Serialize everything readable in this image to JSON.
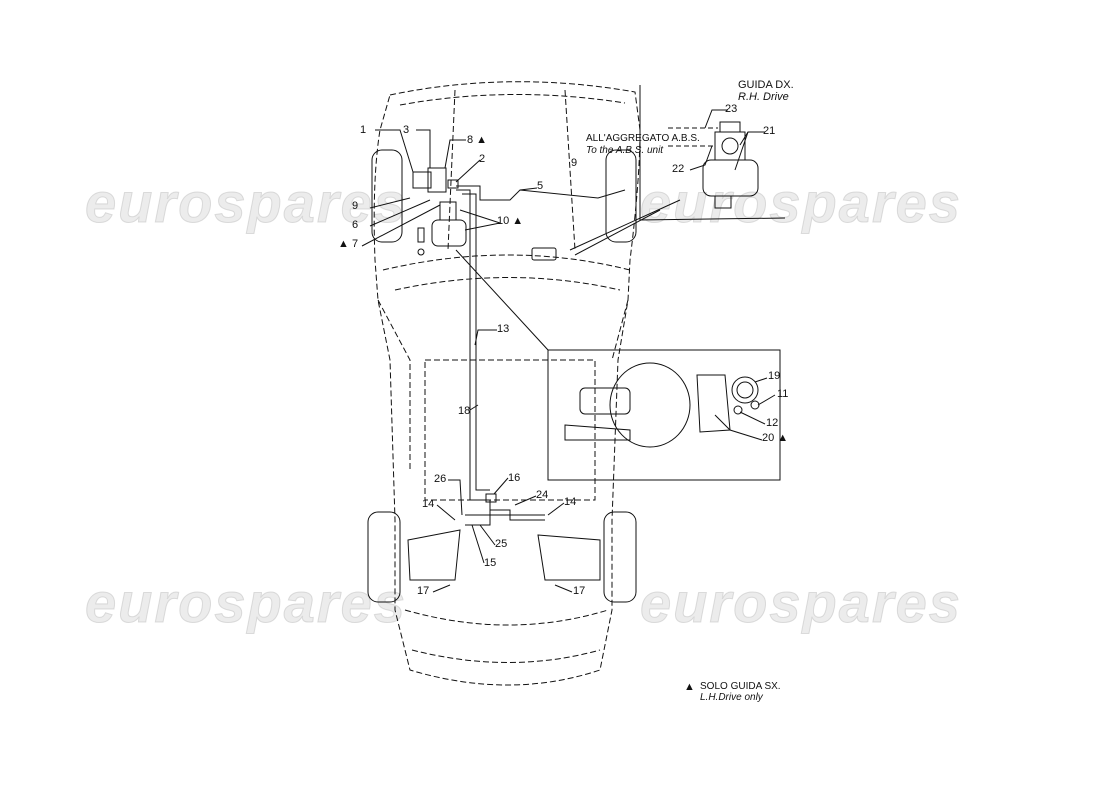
{
  "watermark": "eurospares",
  "colors": {
    "line": "#111111",
    "watermark": "#d0d0d0"
  },
  "notes": {
    "rh_drive_it": "GUIDA DX.",
    "rh_drive_en": "R.H. Drive",
    "abs_it": "ALL'AGGREGATO A.B.S.",
    "abs_en": "To the A.B.S. unit",
    "legend_symbol": "▲",
    "legend_it": "SOLO GUIDA SX.",
    "legend_en": "L.H.Drive only"
  },
  "callouts": {
    "c1": "1",
    "c3": "3",
    "c8": "8 ▲",
    "c2": "2",
    "c5": "5",
    "c9a": "9",
    "c6": "6",
    "c7": "▲ 7",
    "c10": "10 ▲",
    "c9b": "9",
    "c23": "23",
    "c21": "21",
    "c22": "22",
    "c13": "13",
    "c18": "18",
    "c19": "19",
    "c11": "11",
    "c12": "12",
    "c20": "20 ▲",
    "c26": "26",
    "c16": "16",
    "c24": "24",
    "c14a": "14",
    "c14b": "14",
    "c25": "25",
    "c15": "15",
    "c17a": "17",
    "c17b": "17"
  }
}
